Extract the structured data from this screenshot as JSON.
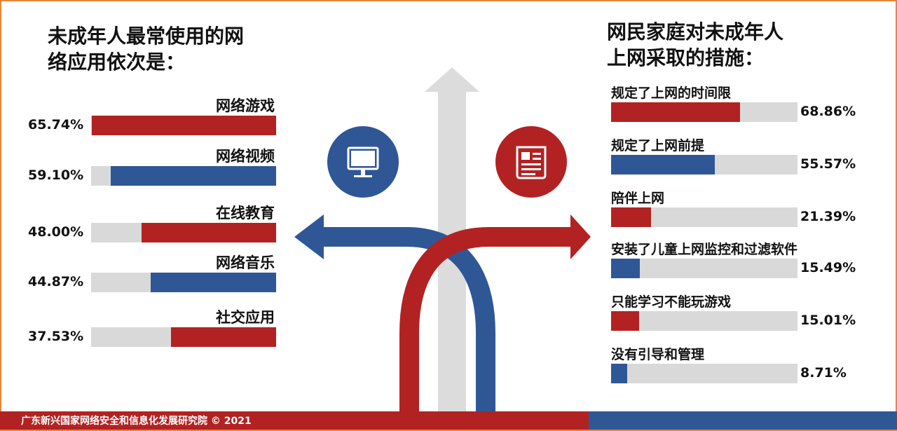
{
  "colors": {
    "red": "#b22222",
    "blue": "#2f5796",
    "track": "#d9d9d9",
    "arrow_gray": "#dcdcdc",
    "frame": "#e8853a"
  },
  "icons": {
    "left_circle": "monitor-icon",
    "right_circle": "newspaper-icon"
  },
  "footer": {
    "text": "广东新兴国家网络安全和信息化发展研究院 © 2021"
  },
  "chart_data": [
    {
      "type": "bar",
      "title": "未成年人最常使用的网\n络应用依次是：",
      "categories": [
        "网络游戏",
        "网络视频",
        "在线教育",
        "网络音乐",
        "社交应用"
      ],
      "values": [
        65.74,
        59.1,
        48.0,
        44.87,
        37.53
      ],
      "value_labels": [
        "65.74%",
        "59.10%",
        "48.00%",
        "44.87%",
        "37.53%"
      ],
      "bar_colors": [
        "#b22222",
        "#2f5796",
        "#b22222",
        "#2f5796",
        "#b22222"
      ],
      "orientation": "horizontal",
      "bar_direction": "right-aligned",
      "xlim": [
        0,
        100
      ],
      "grid": false
    },
    {
      "type": "bar",
      "title": "网民家庭对未成年人\n上网采取的措施：",
      "categories": [
        "规定了上网的时间限",
        "规定了上网前提",
        "陪伴上网",
        "安装了儿童上网监控和过滤软件",
        "只能学习不能玩游戏",
        "没有引导和管理"
      ],
      "values": [
        68.86,
        55.57,
        21.39,
        15.49,
        15.01,
        8.71
      ],
      "value_labels": [
        "68.86%",
        "55.57%",
        "21.39%",
        "15.49%",
        "15.01%",
        "8.71%"
      ],
      "bar_colors": [
        "#b22222",
        "#2f5796",
        "#b22222",
        "#2f5796",
        "#b22222",
        "#2f5796"
      ],
      "orientation": "horizontal",
      "bar_direction": "left-aligned",
      "xlim": [
        0,
        100
      ],
      "grid": false
    }
  ]
}
